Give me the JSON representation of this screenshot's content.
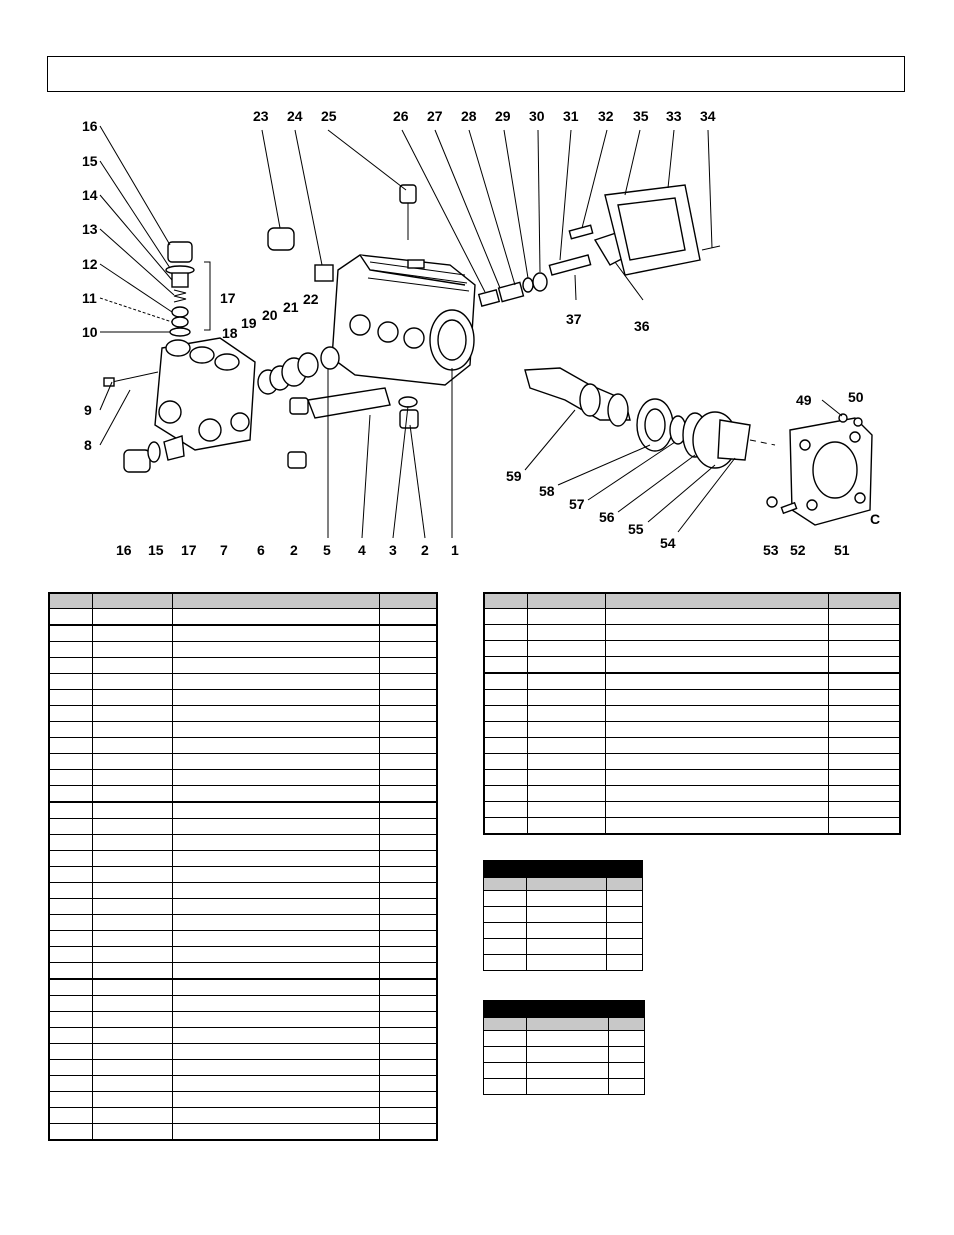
{
  "page": {
    "title": ""
  },
  "diagram": {
    "labels": [
      "1",
      "2",
      "2",
      "3",
      "4",
      "5",
      "6",
      "7",
      "8",
      "9",
      "10",
      "11",
      "12",
      "13",
      "14",
      "15",
      "15",
      "16",
      "16",
      "17",
      "17",
      "18",
      "19",
      "20",
      "21",
      "22",
      "23",
      "24",
      "25",
      "26",
      "27",
      "28",
      "29",
      "30",
      "31",
      "32",
      "33",
      "34",
      "35",
      "36",
      "37",
      "49",
      "50",
      "51",
      "52",
      "53",
      "54",
      "55",
      "56",
      "57",
      "58",
      "59"
    ],
    "corner_mark": "C"
  },
  "parts_table_left": {
    "rows": 33
  },
  "parts_table_right": {
    "rows": 14
  },
  "kit_table_a": {
    "rows": 5
  },
  "kit_table_b": {
    "rows": 4
  }
}
